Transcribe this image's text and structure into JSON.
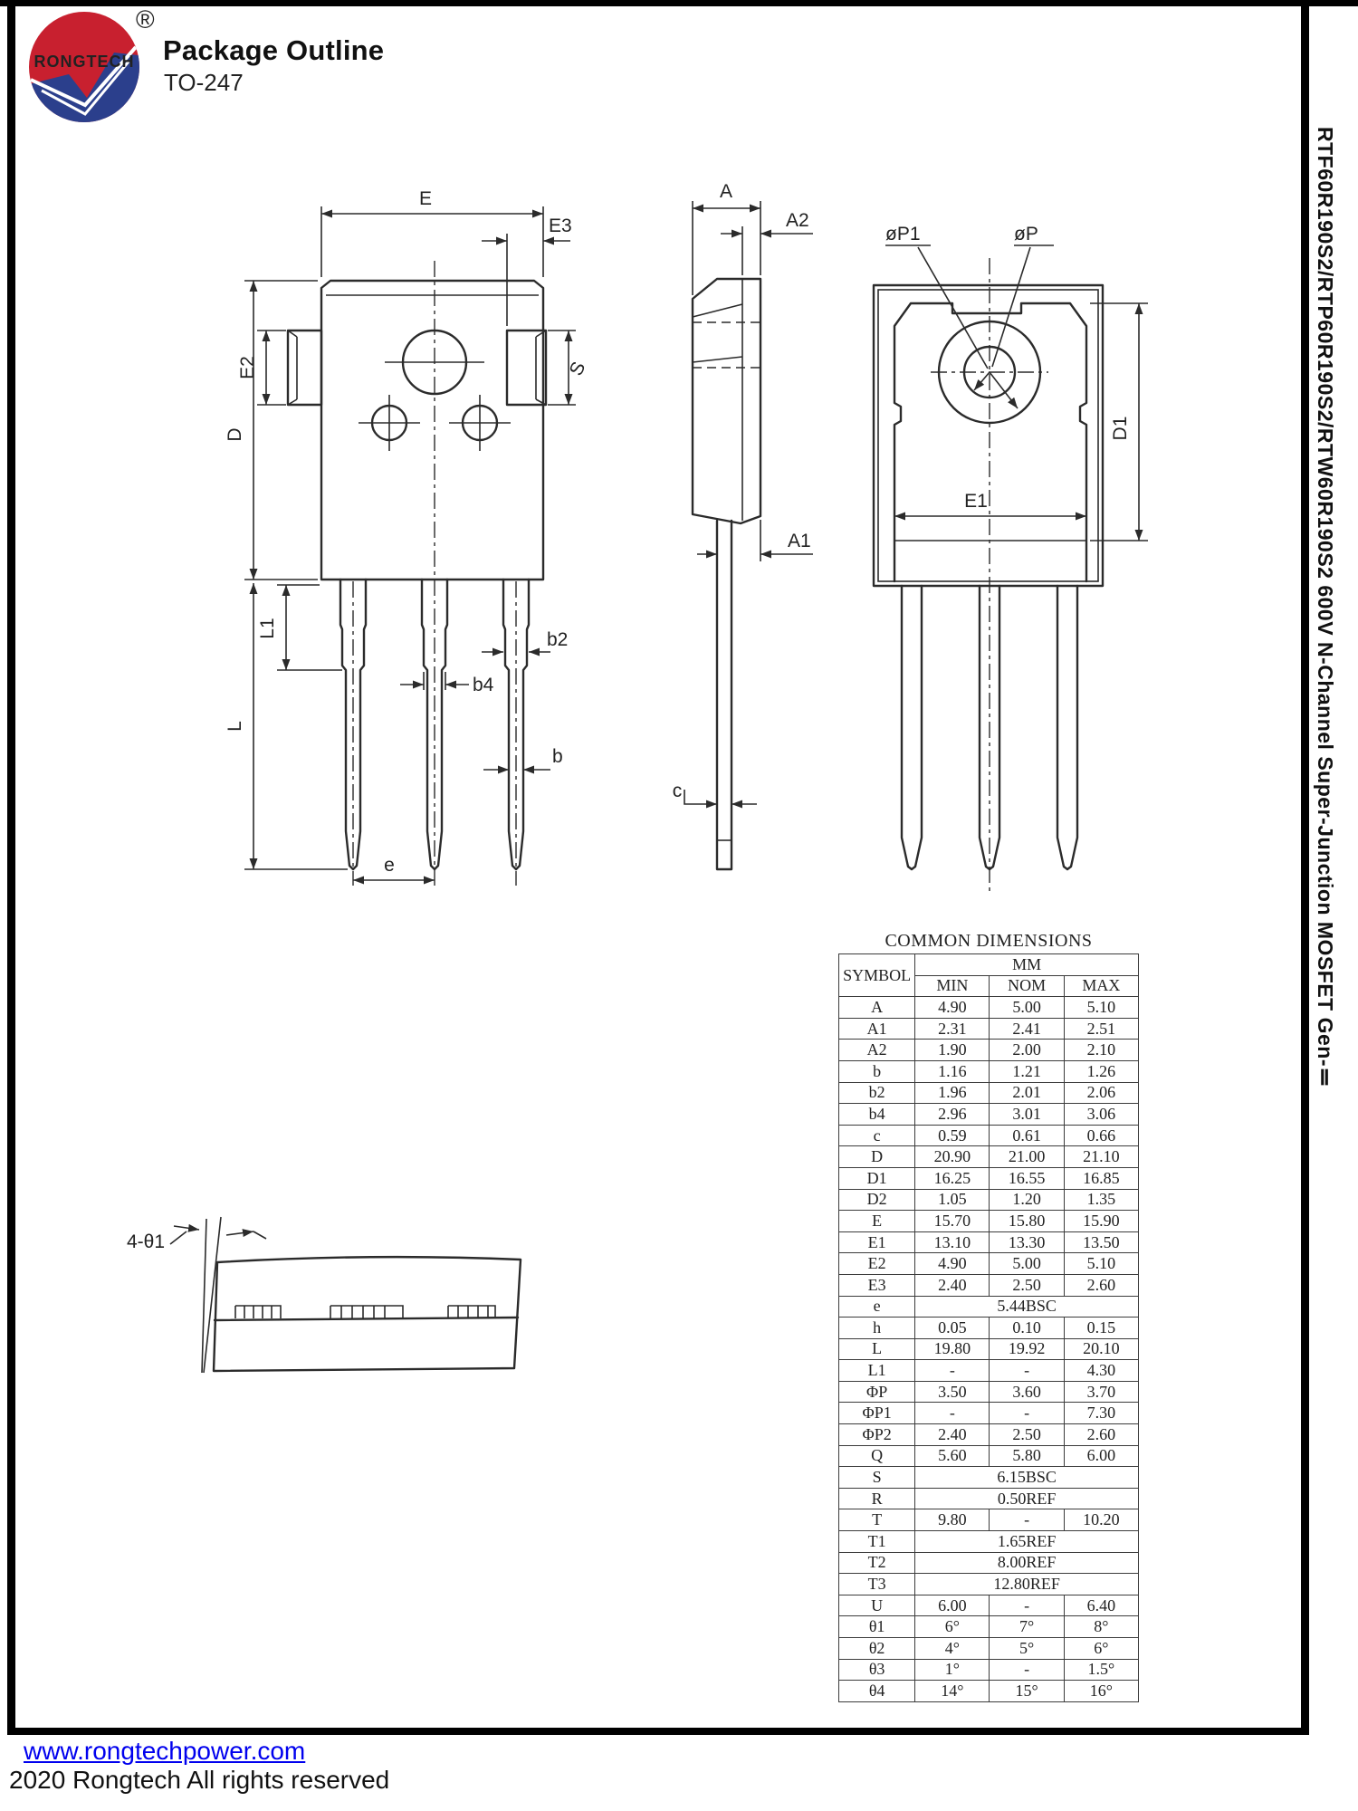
{
  "header": {
    "logo_text": "RONGTECH",
    "registered_mark": "®",
    "title": "Package Outline",
    "subtitle": "TO-247"
  },
  "side_text": "RTF60R190S2/RTP60R190S2/RTW60R190S2 600V N-Channel Super-Junction MOSFET Gen-Ⅱ",
  "drawing": {
    "labels": {
      "E": "E",
      "E3": "E3",
      "E2": "E2",
      "S": "S",
      "D": "D",
      "L1": "L1",
      "L": "L",
      "b2": "b2",
      "b4": "b4",
      "b": "b",
      "e": "e",
      "A": "A",
      "A2": "A2",
      "A1": "A1",
      "c": "c",
      "oP1": "øP1",
      "oP": "øP",
      "D1": "D1",
      "E1": "E1",
      "theta": "4-θ1"
    }
  },
  "table": {
    "title": "COMMON DIMENSIONS",
    "col_symbol": "SYMBOL",
    "col_unit": "MM",
    "col_min": "MIN",
    "col_nom": "NOM",
    "col_max": "MAX",
    "rows": [
      {
        "symbol": "A",
        "min": "4.90",
        "nom": "5.00",
        "max": "5.10"
      },
      {
        "symbol": "A1",
        "min": "2.31",
        "nom": "2.41",
        "max": "2.51"
      },
      {
        "symbol": "A2",
        "min": "1.90",
        "nom": "2.00",
        "max": "2.10"
      },
      {
        "symbol": "b",
        "min": "1.16",
        "nom": "1.21",
        "max": "1.26"
      },
      {
        "symbol": "b2",
        "min": "1.96",
        "nom": "2.01",
        "max": "2.06"
      },
      {
        "symbol": "b4",
        "min": "2.96",
        "nom": "3.01",
        "max": "3.06"
      },
      {
        "symbol": "c",
        "min": "0.59",
        "nom": "0.61",
        "max": "0.66"
      },
      {
        "symbol": "D",
        "min": "20.90",
        "nom": "21.00",
        "max": "21.10"
      },
      {
        "symbol": "D1",
        "min": "16.25",
        "nom": "16.55",
        "max": "16.85"
      },
      {
        "symbol": "D2",
        "min": "1.05",
        "nom": "1.20",
        "max": "1.35"
      },
      {
        "symbol": "E",
        "min": "15.70",
        "nom": "15.80",
        "max": "15.90"
      },
      {
        "symbol": "E1",
        "min": "13.10",
        "nom": "13.30",
        "max": "13.50"
      },
      {
        "symbol": "E2",
        "min": "4.90",
        "nom": "5.00",
        "max": "5.10"
      },
      {
        "symbol": "E3",
        "min": "2.40",
        "nom": "2.50",
        "max": "2.60"
      },
      {
        "symbol": "e",
        "span": "5.44BSC"
      },
      {
        "symbol": "h",
        "min": "0.05",
        "nom": "0.10",
        "max": "0.15"
      },
      {
        "symbol": "L",
        "min": "19.80",
        "nom": "19.92",
        "max": "20.10"
      },
      {
        "symbol": "L1",
        "min": "-",
        "nom": "-",
        "max": "4.30"
      },
      {
        "symbol": "ΦP",
        "min": "3.50",
        "nom": "3.60",
        "max": "3.70"
      },
      {
        "symbol": "ΦP1",
        "min": "-",
        "nom": "-",
        "max": "7.30"
      },
      {
        "symbol": "ΦP2",
        "min": "2.40",
        "nom": "2.50",
        "max": "2.60"
      },
      {
        "symbol": "Q",
        "min": "5.60",
        "nom": "5.80",
        "max": "6.00"
      },
      {
        "symbol": "S",
        "span": "6.15BSC"
      },
      {
        "symbol": "R",
        "span": "0.50REF"
      },
      {
        "symbol": "T",
        "min": "9.80",
        "nom": "-",
        "max": "10.20"
      },
      {
        "symbol": "T1",
        "span": "1.65REF"
      },
      {
        "symbol": "T2",
        "span": "8.00REF"
      },
      {
        "symbol": "T3",
        "span": "12.80REF"
      },
      {
        "symbol": "U",
        "min": "6.00",
        "nom": "-",
        "max": "6.40"
      },
      {
        "symbol": "θ1",
        "min": "6°",
        "nom": "7°",
        "max": "8°"
      },
      {
        "symbol": "θ2",
        "min": "4°",
        "nom": "5°",
        "max": "6°"
      },
      {
        "symbol": "θ3",
        "min": "1°",
        "nom": "-",
        "max": "1.5°"
      },
      {
        "symbol": "θ4",
        "min": "14°",
        "nom": "15°",
        "max": "16°"
      }
    ]
  },
  "footer": {
    "link": "www.rongtechpower.com",
    "copyright": "2020 Rongtech All rights reserved"
  },
  "colors": {
    "logo_red": "#c8202f",
    "logo_blue": "#2b3f8c",
    "link_blue": "#0000ee"
  }
}
